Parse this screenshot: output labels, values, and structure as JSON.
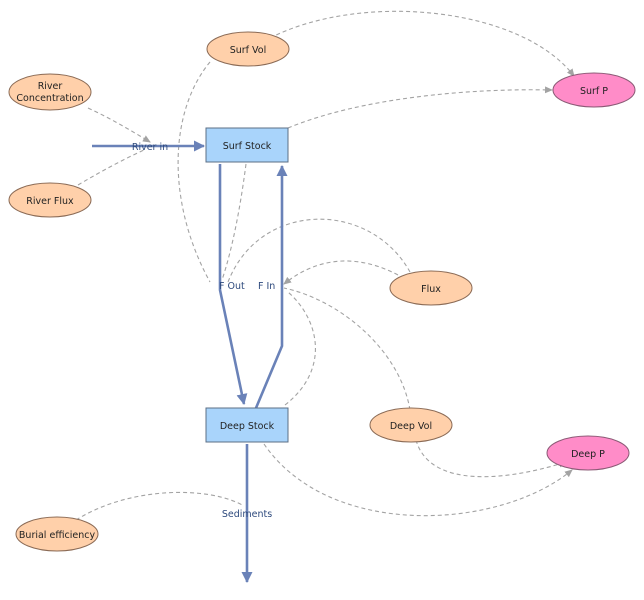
{
  "colors": {
    "auxiliary_fill": "#ffd0aa",
    "auxiliary_stroke": "#8a6a55",
    "output_fill": "#ff8cc8",
    "output_stroke": "#8a5a75",
    "stock_fill": "#a9d4fb",
    "stock_stroke": "#5c6f86",
    "flow": "#6a82b8",
    "dependency": "#a3a3a3"
  },
  "stocks": {
    "surf_stock": "Surf Stock",
    "deep_stock": "Deep Stock"
  },
  "auxiliaries": {
    "surf_vol": "Surf Vol",
    "river_concentration_line1": "River",
    "river_concentration_line2": "Concentration",
    "river_flux": "River Flux",
    "flux": "Flux",
    "deep_vol": "Deep Vol",
    "burial_efficiency": "Burial efficiency"
  },
  "outputs": {
    "surf_p": "Surf P",
    "deep_p": "Deep P"
  },
  "flows": {
    "river_in": "River in",
    "f_out": "F Out",
    "f_in": "F In",
    "sediments": "Sediments"
  }
}
